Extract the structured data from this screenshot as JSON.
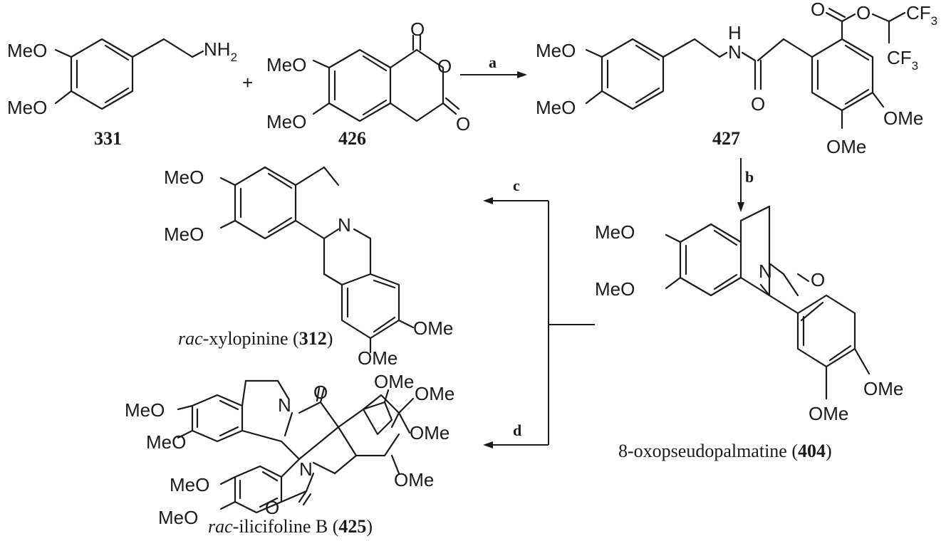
{
  "labels": {
    "meo": "MeO",
    "ome": "OMe",
    "nh2_main": "NH",
    "nh2_sub": "2",
    "n": "N",
    "h": "H",
    "o": "O",
    "cf3_main": "CF",
    "cf3_sub": "3",
    "plus": "+"
  },
  "compounds": {
    "c331": "331",
    "c426": "426",
    "c427": "427"
  },
  "steps": {
    "a": "a",
    "b": "b",
    "c": "c",
    "d": "d"
  },
  "names": {
    "xylopinine": {
      "prefix": "rac",
      "middle": "-xylopinine (",
      "num": "312",
      "suffix": ")"
    },
    "oxopseudopalmatine": {
      "prefix": "8-oxopseudopalmatine (",
      "num": "404",
      "suffix": ")"
    },
    "ilicifoline": {
      "prefix": "rac",
      "middle": "-ilicifoline B (",
      "num": "425",
      "suffix": ")"
    }
  }
}
